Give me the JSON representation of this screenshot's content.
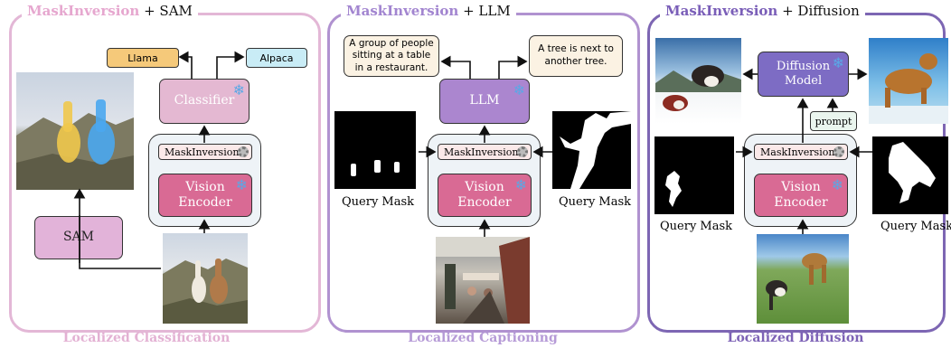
{
  "colors": {
    "sam_frame": "#e3b7d6",
    "llm_frame": "#b092d0",
    "diffusion_frame": "#7d66b3",
    "sam_title": "#e6a7cf",
    "llm_title": "#a285d0",
    "diffusion_title": "#7a5eb8",
    "vision_encoder": "#d96a94",
    "classifier": "#e4b8d2",
    "sam_box": "#e2b3d9",
    "llm_box": "#ab86cf",
    "diffusion_box": "#7d6cc4",
    "llama_tag": "#f5c97a",
    "alpaca_tag": "#c9ecf6"
  },
  "panels": {
    "sam": {
      "title_mi": "MaskInversion",
      "title_rest": " + SAM",
      "footer": "Localized Classification",
      "llama": "Llama",
      "alpaca": "Alpaca",
      "classifier": "Classifier",
      "maskinversion": "MaskInversion",
      "vision_encoder": "Vision\nEncoder",
      "sam_box": "SAM"
    },
    "llm": {
      "title_mi": "MaskInversion",
      "title_rest": " + LLM",
      "footer": "Localized Captioning",
      "caption_left": "A group of people\nsitting at a table\nin a restaurant.",
      "caption_right": "A tree is next to\nanother tree.",
      "llm_box": "LLM",
      "maskinversion": "MaskInversion",
      "vision_encoder": "Vision\nEncoder",
      "query_mask_left": "Query Mask",
      "query_mask_right": "Query Mask"
    },
    "diffusion": {
      "title_mi": "MaskInversion",
      "title_rest": " + Diffusion",
      "footer": "Localized Diffusion",
      "diffusion_model": "Diffusion\nModel",
      "prompt": "prompt",
      "maskinversion": "MaskInversion",
      "vision_encoder": "Vision\nEncoder",
      "query_mask_left": "Query Mask",
      "query_mask_right": "Query Mask"
    }
  },
  "icons": {
    "frozen": "snowflake-icon",
    "trainable": "gear-icon",
    "frozen_glyph": "❄"
  }
}
